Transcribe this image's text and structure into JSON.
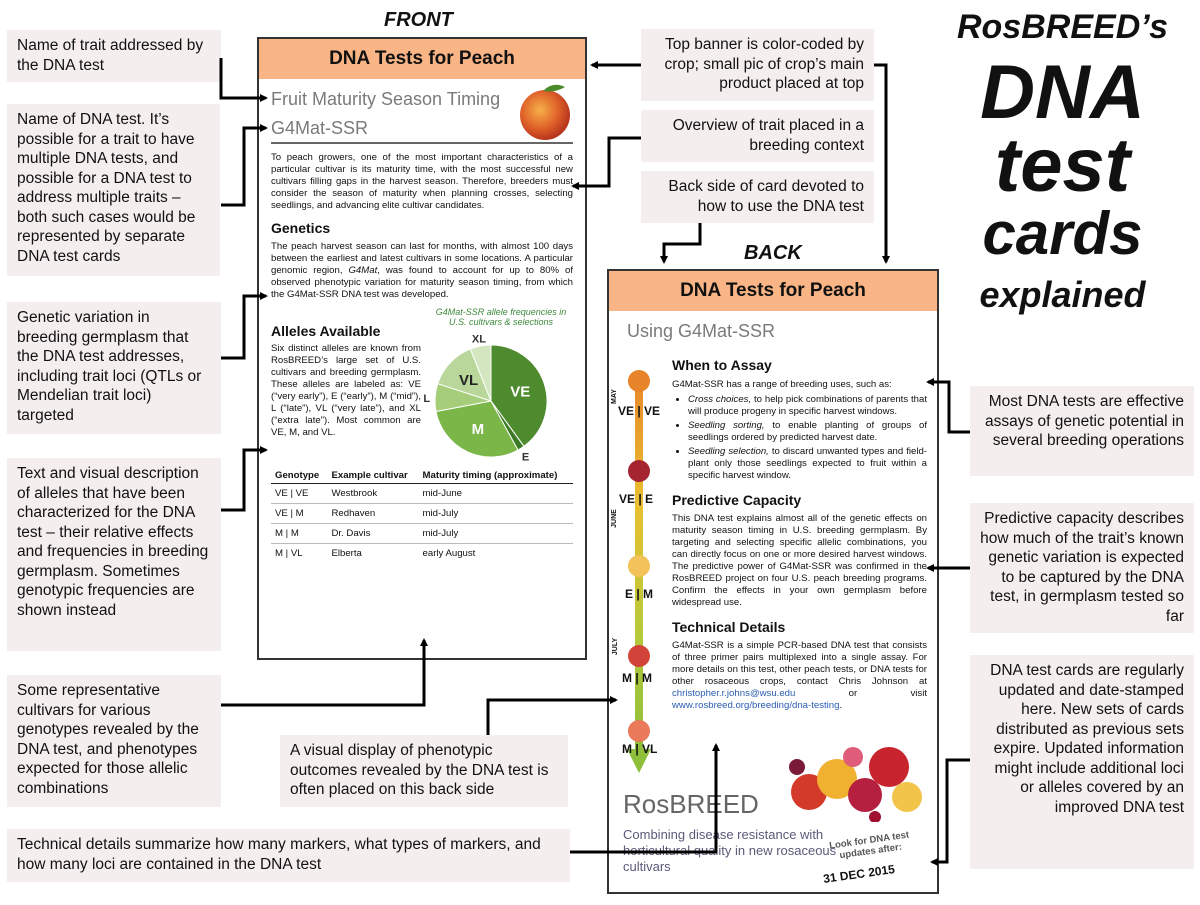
{
  "headers": {
    "front": "FRONT",
    "back": "BACK"
  },
  "title": {
    "line1": "RosBREED’s",
    "line2": "DNA",
    "line3": "test",
    "line4": "cards",
    "line5": "explained"
  },
  "notes": {
    "trait_name": "Name of trait addressed by the DNA test",
    "test_name": "Name of DNA test. It’s possible for a trait to have multiple DNA tests, and possible for a DNA test to address multiple traits – both such cases would be represented by separate DNA test cards",
    "genetic_variation": "Genetic variation in breeding germplasm that the DNA test addresses, including trait loci (QTLs or Mendelian trait loci) targeted",
    "alleles_desc": "Text and visual description of alleles that have been characterized for the DNA test – their relative effects and frequencies in breeding germplasm. Sometimes genotypic frequencies are shown instead",
    "cultivars": "Some representative cultivars for various genotypes revealed by the DNA test, and phenotypes expected for those allelic combinations",
    "visual_display": "A visual display of phenotypic outcomes revealed by the DNA test is often placed on this back side",
    "technical": "Technical details summarize how many markers, what types of markers, and how many loci are contained in the DNA test",
    "banner": "Top banner is color-coded by crop; small pic of crop’s main product placed at top",
    "overview": "Overview of trait placed in a breeding context",
    "back_side": "Back side of card devoted to how to use the DNA test",
    "assays": "Most DNA tests are effective assays of genetic potential in several breeding operations",
    "predictive": "Predictive capacity describes how much of the trait’s known genetic variation is expected to be captured by the DNA test, in germplasm tested so far",
    "updated": "DNA test cards are regularly updated and date-stamped here. New sets of cards distributed as previous sets expire. Updated information might include additional loci or alleles covered by an improved DNA test"
  },
  "front": {
    "banner": "DNA Tests for Peach",
    "trait": "Fruit Maturity Season Timing",
    "test": "G4Mat-SSR",
    "intro": "To peach growers, one of the most important characteristics of a particular cultivar is its maturity time, with the most successful new cultivars filling gaps in the harvest season. Therefore, breeders must consider the season of maturity when planning crosses, selecting seedlings, and advancing elite cultivar candidates.",
    "genetics_head": "Genetics",
    "genetics_a": "The peach harvest season can last for months, with almost 100 days between the earliest and latest cultivars in some locations. A particular genomic region, ",
    "genetics_italic": "G4Mat",
    "genetics_b": ", was found to account for up to 80% of observed phenotypic variation for maturity season timing, from which the G4Mat-SSR DNA test was developed.",
    "alleles_head": "Alleles Available",
    "pie_caption": "G4Mat-SSR allele frequencies in U.S. cultivars & selections",
    "alleles_text": "Six distinct alleles are known from RosBREED’s large set of U.S. cultivars and breeding germplasm. These alleles are labeled as: VE (“very early”), E (“early”), M (“mid”), L (“late”), VL (“very late”), and XL (“extra late”). Most common are VE, M, and VL.",
    "table": {
      "headers": [
        "Genotype",
        "Example cultivar",
        "Maturity timing (approximate)"
      ],
      "rows": [
        [
          "VE | VE",
          "Westbrook",
          "mid-June"
        ],
        [
          "VE | M",
          "Redhaven",
          "mid-July"
        ],
        [
          "M | M",
          "Dr. Davis",
          "mid-July"
        ],
        [
          "M | VL",
          "Elberta",
          "early August"
        ]
      ]
    }
  },
  "chart_data": {
    "type": "pie",
    "labels": [
      "VE",
      "E",
      "M",
      "L",
      "VL",
      "XL"
    ],
    "values": [
      40,
      2,
      30,
      8,
      14,
      6
    ],
    "colors": [
      "#4e8a2e",
      "#3d7a25",
      "#7ab648",
      "#a6cd7a",
      "#b9d79b",
      "#d3e6c0"
    ],
    "title": "G4Mat-SSR allele frequencies in U.S. cultivars & selections"
  },
  "back": {
    "banner": "DNA Tests for Peach",
    "using": "Using G4Mat-SSR",
    "timeline": {
      "months": [
        "MAY",
        "JUNE",
        "JULY"
      ],
      "genotypes": [
        "VE | VE",
        "VE | E",
        "E | M",
        "M | M",
        "M | VL"
      ]
    },
    "when_head": "When to Assay",
    "when_intro": "G4Mat-SSR has a range of breeding uses, such as:",
    "uses": [
      {
        "term": "Cross choices,",
        "text": " to help pick combinations of parents that will produce progeny in specific harvest windows."
      },
      {
        "term": "Seedling sorting,",
        "text": " to enable planting of groups of seedlings ordered by predicted harvest date."
      },
      {
        "term": "Seedling selection,",
        "text": " to discard unwanted types and field-plant only those seedlings expected to fruit within a specific harvest window."
      }
    ],
    "pred_head": "Predictive Capacity",
    "pred_text": "This DNA test explains almost all of the genetic effects on maturity season timing in U.S. breeding germplasm. By targeting and selecting specific allelic combinations, you can directly focus on one or more desired harvest windows. The predictive power of G4Mat-SSR was confirmed in the RosBREED project on four U.S. peach breeding programs. Confirm the effects in your own germplasm before widespread use.",
    "tech_head": "Technical Details",
    "tech_text": "G4Mat-SSR is a simple PCR-based DNA test that consists of three primer pairs multiplexed into a single assay. For more details on this test, other peach tests, or DNA tests for other rosaceous crops, contact Chris Johnson at ",
    "tech_email": "christopher.r.johns@wsu.edu",
    "tech_or": " or visit ",
    "tech_url": "www.rosbreed.org/breeding/dna-testing",
    "tech_end": ".",
    "logo": "RosBREED",
    "tagline": "Combining disease resistance with horticultural quality in new rosaceous cultivars",
    "update_label": "Look for DNA test updates after:",
    "update_date": "31 DEC 2015"
  }
}
